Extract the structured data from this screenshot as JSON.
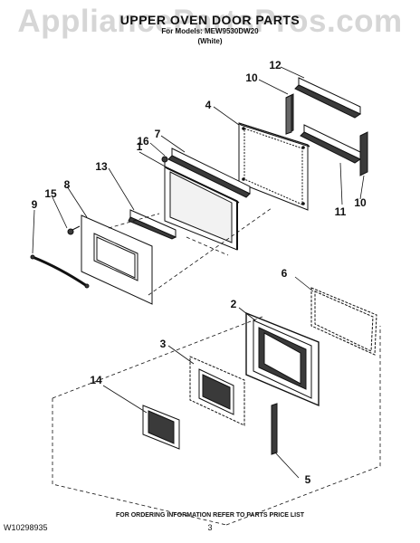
{
  "watermark": "AppliancePartsPros.com",
  "header": {
    "title": "UPPER OVEN DOOR PARTS",
    "model_line": "For Models: MEW9530DW20",
    "color_line": "(White)"
  },
  "callouts": [
    "1",
    "2",
    "3",
    "4",
    "5",
    "6",
    "7",
    "8",
    "9",
    "10",
    "10",
    "11",
    "12",
    "13",
    "14",
    "15",
    "16"
  ],
  "footer": {
    "ordering_note": "FOR ORDERING INFORMATION REFER TO PARTS PRICE LIST",
    "doc_number": "W10298935",
    "page_number": "3"
  },
  "colors": {
    "line": "#111111",
    "part_fill": "#3a3a3a",
    "glass": "#f2f2f2",
    "watermark": "#d6d6d6"
  }
}
